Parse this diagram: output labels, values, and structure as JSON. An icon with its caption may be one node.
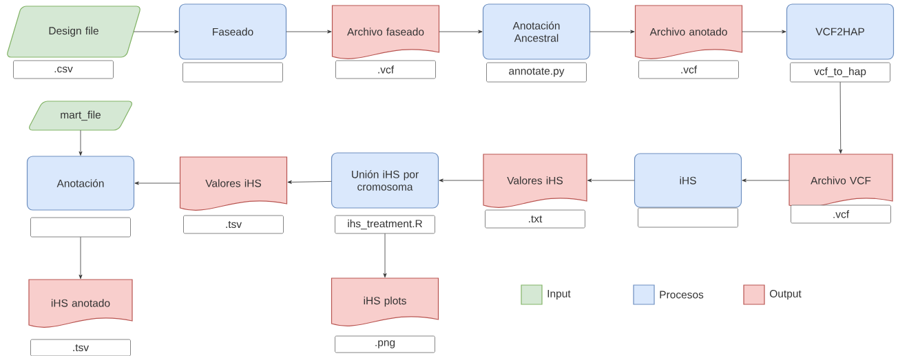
{
  "diagram": {
    "nodes": [
      {
        "text": [
          "Design file"
        ]
      },
      {
        "text": [
          ".csv"
        ]
      },
      {
        "text": [
          "Faseado"
        ]
      },
      {
        "text": [],
        "shape": "box"
      },
      {
        "text": [
          "Archivo faseado"
        ]
      },
      {
        "text": [
          ".vcf"
        ]
      },
      {
        "text": [
          "Anotación Ancestral"
        ]
      },
      {
        "text": [
          "annotate.py"
        ]
      },
      {
        "text": [
          "Archivo anotado"
        ]
      },
      {
        "text": [
          ".vcf"
        ]
      },
      {
        "text": [
          "VCF2HAP"
        ]
      },
      {
        "text": [
          "vcf_to_hap"
        ]
      },
      {
        "text": [
          "mart_file"
        ]
      },
      {
        "text": [
          "Anotación"
        ]
      },
      {
        "text": [],
        "shape": "box"
      },
      {
        "text": [
          "Valores iHS"
        ]
      },
      {
        "text": [
          ".tsv"
        ]
      },
      {
        "text": [
          "Unión iHS por cromosoma"
        ]
      },
      {
        "text": [
          "ihs_treatment.R"
        ]
      },
      {
        "text": [
          "Valores iHS"
        ]
      },
      {
        "text": [
          ".txt"
        ]
      },
      {
        "text": [
          "iHS"
        ]
      },
      {
        "text": [],
        "shape": "box"
      },
      {
        "text": [
          "Archivo VCF"
        ]
      },
      {
        "text": [
          ".vcf"
        ]
      },
      {
        "text": [
          "iHS anotado"
        ]
      },
      {
        "text": [
          ".tsv"
        ]
      },
      {
        "text": [
          "iHS plots"
        ]
      },
      {
        "text": [
          ".png"
        ]
      }
    ],
    "edges": [
      {
        "from": 0,
        "to": 2,
        "arrow": "to"
      },
      {
        "from": 2,
        "to": 4,
        "arrow": "to"
      },
      {
        "from": 4,
        "to": 6,
        "arrow": "to"
      },
      {
        "from": 6,
        "to": 8,
        "arrow": "to"
      },
      {
        "from": 8,
        "to": 10,
        "arrow": "to"
      },
      {
        "from": 11,
        "to": 23,
        "arrow": "to"
      },
      {
        "from": 23,
        "to": 21,
        "arrow": "to"
      },
      {
        "from": 21,
        "to": 19,
        "arrow": "to"
      },
      {
        "from": 19,
        "to": 17,
        "arrow": "to"
      },
      {
        "from": 17,
        "to": 15,
        "arrow": "to"
      },
      {
        "from": 15,
        "to": 13,
        "arrow": "to"
      },
      {
        "from": 12,
        "to": 13,
        "arrow": "to"
      },
      {
        "from": 14,
        "to": 25,
        "arrow": "to"
      },
      {
        "from": 18,
        "to": 27,
        "arrow": "to"
      }
    ],
    "legend": [
      {
        "text": "Input",
        "color": "#d5e8d4"
      },
      {
        "text": "Procesos",
        "color": "#dae8fc"
      },
      {
        "text": "Output",
        "color": "#f8cecc"
      }
    ]
  }
}
